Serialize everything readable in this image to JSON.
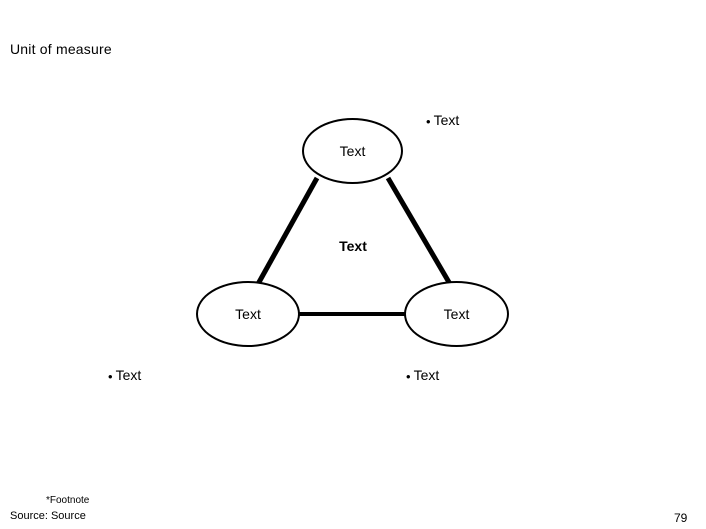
{
  "slide": {
    "title": "Unit of measure",
    "footnote": "*Footnote",
    "source": "Source: Source",
    "page_number": "79"
  },
  "diagram": {
    "type": "triangle-with-ellipses",
    "center_label": "Text",
    "nodes": [
      {
        "id": "top",
        "label": "Text"
      },
      {
        "id": "bottom-left",
        "label": "Text"
      },
      {
        "id": "bottom-right",
        "label": "Text"
      }
    ],
    "bullets": [
      {
        "id": "top-bullet",
        "marker": "•",
        "label": "Text"
      },
      {
        "id": "bottom-left-bullet",
        "marker": "•",
        "label": "Text"
      },
      {
        "id": "bottom-right-bullet",
        "marker": "•",
        "label": "Text"
      }
    ],
    "colors": {
      "line": "#000000",
      "fill": "#ffffff",
      "text": "#000000"
    }
  }
}
